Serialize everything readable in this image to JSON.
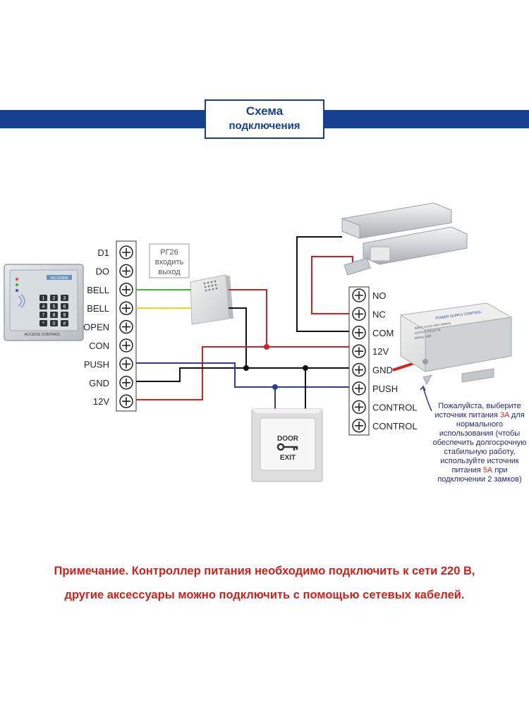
{
  "header": {
    "title_line1": "Схема",
    "title_line2": "подключения"
  },
  "left_terminals": [
    "D1",
    "DO",
    "BELL",
    "BELL",
    "OPEN",
    "CON",
    "PUSH",
    "GND",
    "12V"
  ],
  "right_terminals": [
    "NO",
    "NC",
    "COM",
    "12V",
    "GND",
    "PUSH",
    "CONTROL",
    "CONTROL"
  ],
  "rg26_note": {
    "line1": "РГ26",
    "line2": "входить",
    "line3": "выход"
  },
  "keypad": {
    "brand": "TAC100000",
    "label": "ACCESS CONTROL",
    "keys": [
      "1",
      "2",
      "3",
      "4",
      "5",
      "6",
      "7",
      "8",
      "9",
      "*",
      "0",
      "#"
    ]
  },
  "exit_button": {
    "line1": "DOOR",
    "line2": "EXIT"
  },
  "power_supply": {
    "title": "POWER SUPPLY CONTROL",
    "spec1": "INPUT: AC110-240V 50/60Hz",
    "spec2": "OUTPUT: DC12V 3A",
    "spec3": "MODEL: K80"
  },
  "note": {
    "line1": "Пожалуйста, выберите",
    "line2_a": "источник питания ",
    "line2_b": "3A",
    "line2_c": " для",
    "line3": "нормального",
    "line4": "использования (чтобы",
    "line5": "обеспечить долгосрочную",
    "line6": "стабильную работу,",
    "line7": "используйте источник",
    "line8_a": "питания ",
    "line8_b": "5А",
    "line8_c": " при",
    "line9": "подключении 2 замков)"
  },
  "footer": {
    "line1": "Примечание. Контроллер питания необходимо подключить к сети 220 В,",
    "line2": "другие аксессуары можно подключить с помощью сетевых кабелей."
  },
  "colors": {
    "band": "#14408f",
    "red_wire": "#d52020",
    "black_wire": "#111111",
    "blue_wire": "#2a3f8f",
    "green_wire": "#38c030",
    "yellow_wire": "#f0d020",
    "note_red": "#d51f1a"
  }
}
